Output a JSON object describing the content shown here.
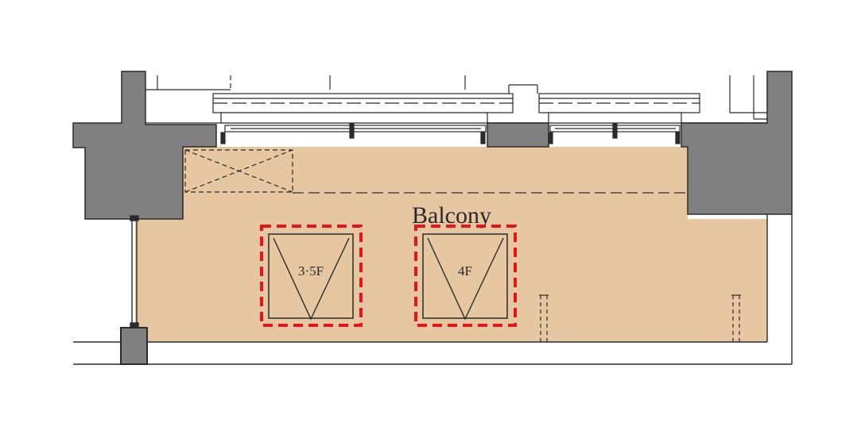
{
  "plan": {
    "area_label": "Balcony",
    "hatches": [
      {
        "label": "3·5F"
      },
      {
        "label": "4F"
      }
    ]
  },
  "colors": {
    "balcony_floor": "#e6c7a2",
    "wall": "#808080",
    "line": "#2b2b2b",
    "highlight": "#e8141c"
  }
}
